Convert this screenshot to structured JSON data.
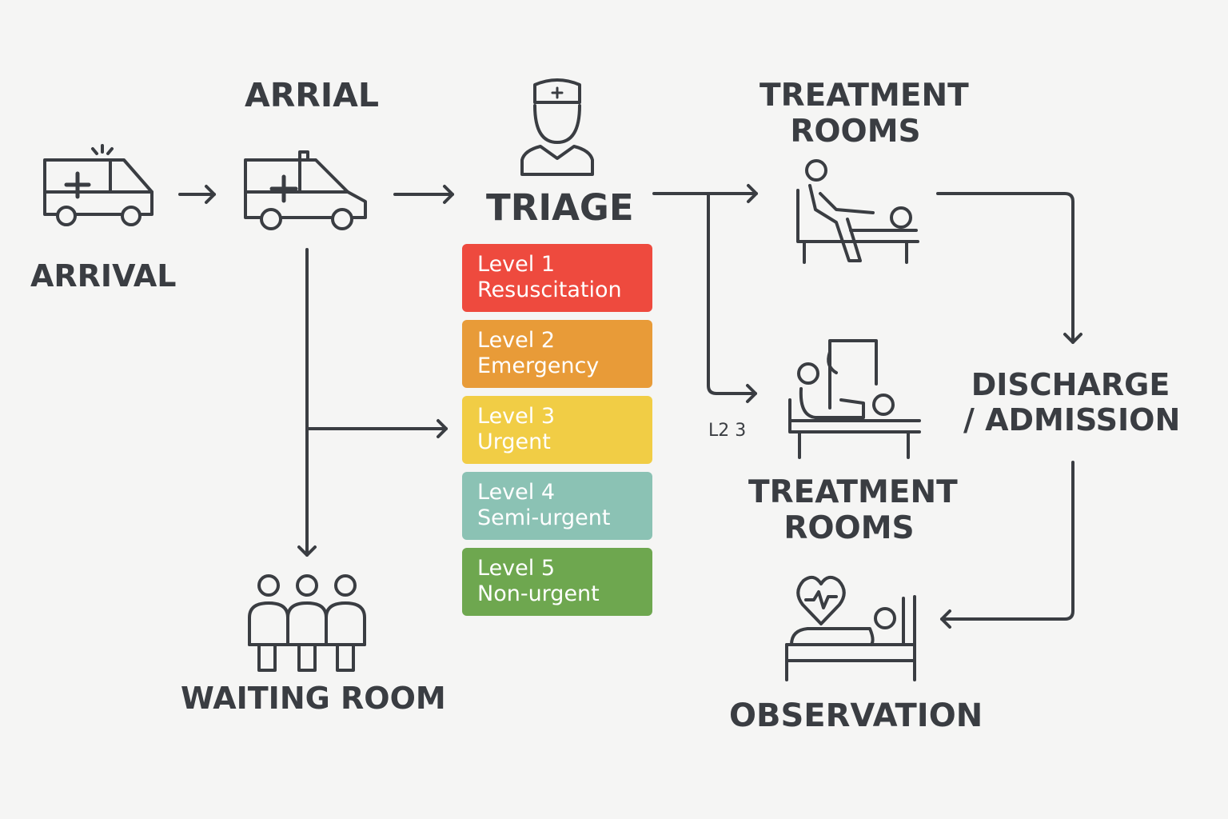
{
  "labels": {
    "arrival": "ARRIVAL",
    "arrial": "ARRIAL",
    "triage": "TRIAGE",
    "treatment_top": [
      "TREATMENT",
      "ROOMS"
    ],
    "treatment_mid": [
      "TREATMENT",
      "ROOMS"
    ],
    "discharge": [
      "DISCHARGE",
      "/ ADMISSION"
    ],
    "waiting_room": "WAITING ROOM",
    "observation": "OBSERVATION",
    "l23": "L2 3"
  },
  "levels": [
    {
      "line1": "Level 1",
      "line2": "Resuscitation",
      "color": "#ee4a3e"
    },
    {
      "line1": "Level 2",
      "line2": "Emergency",
      "color": "#e89b38"
    },
    {
      "line1": "Level 3",
      "line2": "Urgent",
      "color": "#f1cd45"
    },
    {
      "line1": "Level 4",
      "line2": "Semi-urgent",
      "color": "#8bc2b4"
    },
    {
      "line1": "Level 5",
      "line2": "Non-urgent",
      "color": "#6ea74f"
    }
  ],
  "colors": {
    "stroke": "#3a3d42",
    "background": "#f5f5f4"
  },
  "icons": [
    "ambulance-icon",
    "ambulance-icon",
    "nurse-icon",
    "patient-chair-icon",
    "patient-iv-bed-icon",
    "waiting-room-people-icon",
    "observation-bed-heart-icon"
  ]
}
